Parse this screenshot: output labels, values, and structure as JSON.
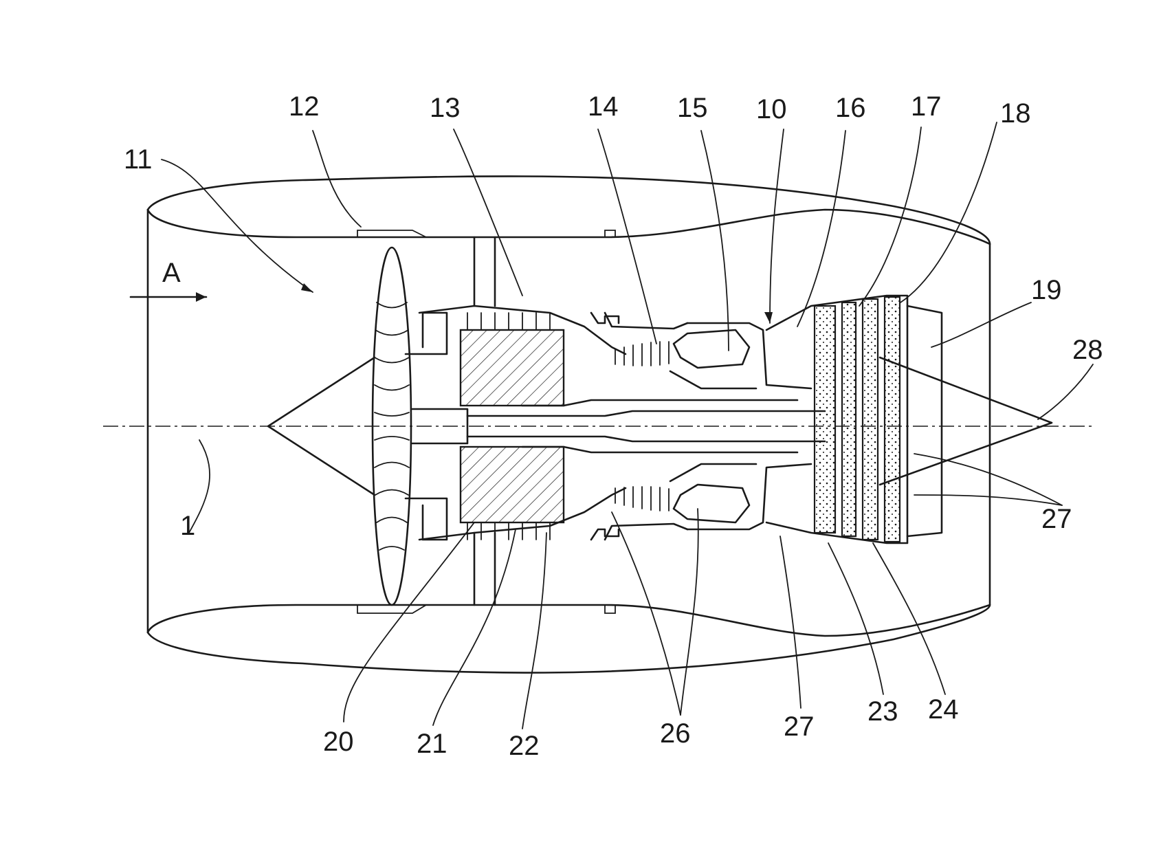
{
  "figure": {
    "flow_label": "A",
    "labels": {
      "l1": "1",
      "l10": "10",
      "l11": "11",
      "l12": "12",
      "l13": "13",
      "l14": "14",
      "l15": "15",
      "l16": "16",
      "l17": "17",
      "l18": "18",
      "l19": "19",
      "l20": "20",
      "l21": "21",
      "l22": "22",
      "l23": "23",
      "l24": "24",
      "l26": "26",
      "l27a": "27",
      "l27b": "27",
      "l28": "28"
    },
    "line_color": "#1a1a1a",
    "background": "#ffffff"
  }
}
